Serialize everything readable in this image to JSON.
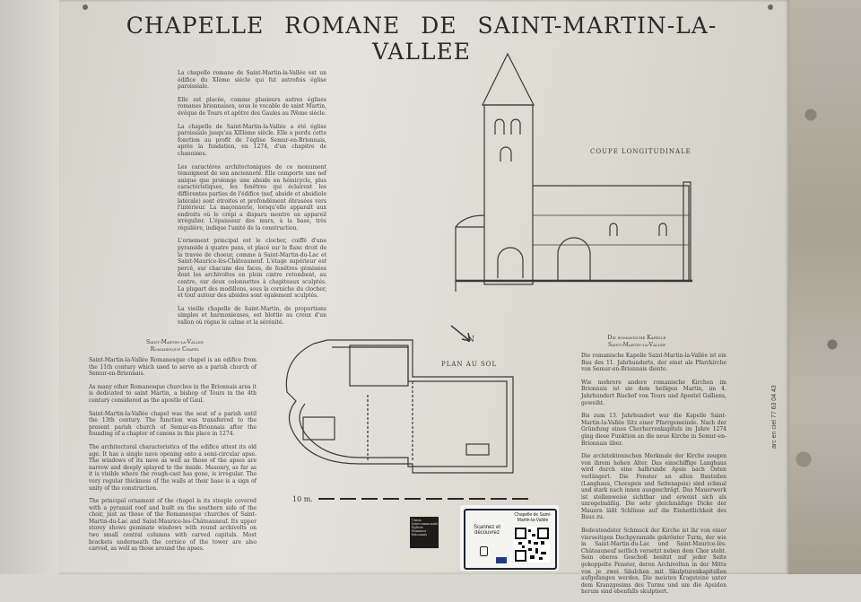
{
  "title": "CHAPELLE ROMANE DE SAINT-MARTIN-LA-VALLEE",
  "french_text": [
    "La chapelle romane de Saint-Martin-la-Vallée est un édifice du XIème siècle qui fut autrefois église paroissiale.",
    "Elle est placée, comme plusieurs autres églises romanes brionnaises, sous le vocable de saint Martin, évêque de Tours et apôtre des Gaules au IVème siècle.",
    "La chapelle de Saint-Martin-la-Vallée a été église paroissiale jusqu'au XIIIème siècle. Elle a perdu cette fonction au profit de l'église Semur-en-Brionnais, après la fondation, en 1274, d'un chapitre de chanoines.",
    "Les caractères architectoniques de ce monument témoignent de son ancienneté. Elle comporte une nef unique que prolonge une abside en hémicycle, plus caractéristiques, les fenêtres qui éclairent les différentes parties de l'édifice (nef, abside et absidiole latérale) sont étroites et profondément ébrasées vers l'intérieur. La maçonnerie, lorsqu'elle apparaît aux endroits où le crépi a disparu montre un appareil irrégulier. L'épaisseur des murs, à la base, très régulière, indique l'unité de la construction.",
    "L'ornement principal est le clocher, coiffé d'une pyramide à quatre pans, et placé sur le flanc droit de la travée de choeur, comme à Saint-Martin-du-Lac et Saint-Maurice-lès-Châteauneuf. L'étage supérieur est percé, sur chacune des faces, de fenêtres géminées dont les archivoltes en plein cintre retombent, au centre, sur deux colonnettes à chapiteaux sculptés. La plupart des modillons, sous la corniche du clocher, et tout autour des absides sont également sculptés.",
    "La vieille chapelle de Saint-Martin, de proportions simples et harmonieuses, est blottie au creux d'un vallon où règne le calme et la sérénité."
  ],
  "english_heading": [
    "Saint-Martin-la-Vallee",
    "Romanesque Chapel"
  ],
  "english_text": [
    "Saint-Martin-la-Vallée Romanesque chapel is an edifice from the 11th century which used to serve as a parish church of Semur-en-Brionnais.",
    "As many other Romanesque churches in the Brionnais area it is dedicated to saint Martin, a bishop of Tours in the 4th century considered as the apostle of Gaul.",
    "Saint-Martin-la-Vallée chapel was the seat of a parish until the 13th century. The function was transferred to the present parish church of Semur-en-Brionnais after the founding of a chapter of canons in this place in 1274.",
    "The architectural characteristics of the edifice attest its old age. It has a single nave opening onto a semi-circular apse. The windows of its nave as well as those of the apses are narrow and deeply splayed to the inside. Masonry, as far as it is visible where the rough-cast has gone, is irregular. The very regular thickness of the walls at their base is a sign of unity of the construction.",
    "The principal ornament of the chapel is its steeple covered with a pyramid roof and built on the southern side of the choir, just as those of the Romanesque churches of Saint-Martin-du-Lac and Saint-Maurice-les-Châteauneuf. Its upper storey shows geminate windows with round archivolts on two small central columns with carved capitals. Most brackets underneath the cornice of the tower are also carved, as well as those around the apses."
  ],
  "german_heading": [
    "Die romanische Kapelle",
    "Saint-Martin-la-Vallee"
  ],
  "german_text": [
    "Die romanische Kapelle Saint-Martin-la-Vallée ist ein Bau des 11. Jahrhunderts, der einst als Pfarrkirche von Semur-en-Brionnais diente.",
    "Wie mehrere andere romanische Kirchen im Brionnais ist sie dem heiligen Martin, im 4. Jahrhundert Bischof von Tours und Apostel Galliens, geweiht.",
    "Bis zum 13. Jahrhundert war die Kapelle Saint-Martin-la-Vallée Sitz einer Pfarrgemeinde. Nach der Gründung eines Chorherrenkapitels im Jahre 1274 ging diese Funktion an die neue Kirche in Semur-en-Brionnais über.",
    "Die architektonischen Merkmale der Kirche zeugen von ihrem hohen Alter. Das einschiffige Langhaus wird durch eine halbrunde Apsis nach Osten verlängert. Die Fenster an allen Bauteilen (Langhaus, Chorapsis und Seitenapsis) sind schmal und stark nach innen ausgeschrägt. Das Mauerwerk ist stellenweise sichtbar und erweist sich als unregelmäßig. Die sehr gleichmäßige Dicke der Mauern läßt Schlüsse auf die Einheitlichkeit des Baus zu.",
    "Bedeutendster Schmuck der Kirche ist ihr von einer vierseitigen Dachpyramide gekrönter Turm, der wie in Saint-Martin-du-Lac und Saint-Maurice-lès-Châteauneuf seitlich versetzt neben dem Chor steht. Sein oberes Geschoß besitzt auf jeder Seite gekoppelte Fenster, deren Archivolten in der Mitte von je zwei Säulchen mit Skulpturenkapitellen aufgefangen werden. Die meisten Kragsteine unter dem Kranzgesims des Turms und um die Apsiden herum sind ebenfalls skulptiert."
  ],
  "drawings": {
    "section_label": "COUPE LONGITUDINALE",
    "plan_label": "PLAN AU SOL",
    "scale_label": "10 m.",
    "north_label": "N"
  },
  "qr_sticker": {
    "title": "Chapelle de Saint-Martin-la-Vallée",
    "cta": "Scannez et découvrez"
  },
  "logo_text": "Union Intercommunale Eglises Romanes Brionnais",
  "side_text": "arc en ciel 77 63 04 43",
  "colors": {
    "panel": "#e0ded7",
    "ink": "#2b2a28"
  }
}
